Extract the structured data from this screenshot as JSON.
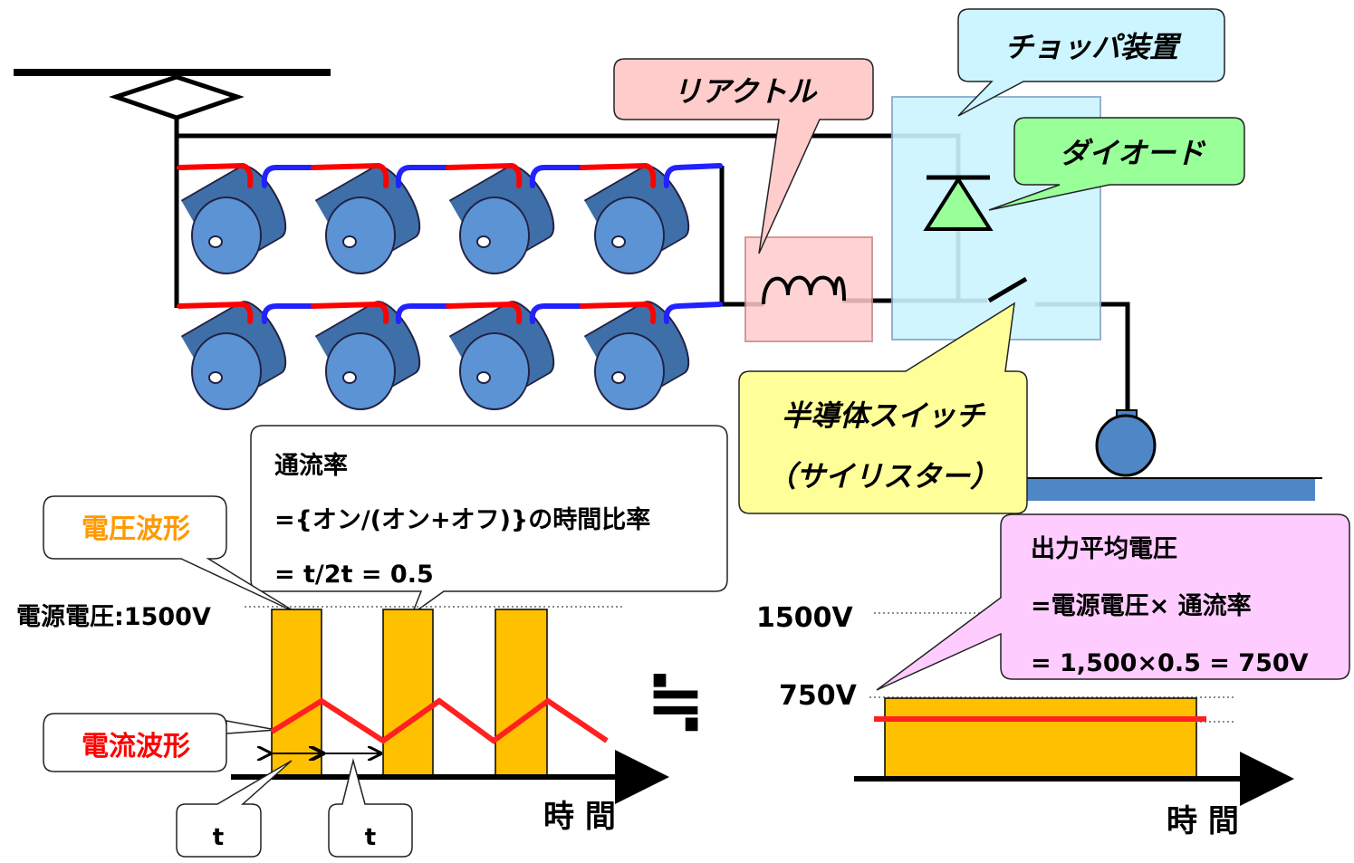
{
  "labels": {
    "chopper": "チョッパ装置",
    "reactor": "リアクトル",
    "diode": "ダイオード",
    "switch_line1": "半導体スイッチ",
    "switch_line2": "（サイリスター）",
    "duty_title": "通流率",
    "duty_formula": "={オン/(オン+オフ)}の時間比率",
    "duty_value": "= t/2t = 0.5",
    "voltage_waveform": "電圧波形",
    "current_waveform": "電流波形",
    "supply_voltage": "電源電圧:1500V",
    "t_left": "t",
    "t_right": "t",
    "time_left": "時 間",
    "time_right": "時 間",
    "approx_symbol": "≒",
    "v1500": "1500V",
    "v750": "750V",
    "avg_title": "出力平均電圧",
    "avg_formula": "=電源電圧× 通流率",
    "avg_value": "= 1,500×0.5 = 750V"
  },
  "colors": {
    "chopper_fill": "#ccf5ff",
    "reactor_fill": "#ffcccc",
    "diode_fill": "#99ff99",
    "switch_fill": "#ffff99",
    "avg_fill": "#ffccff",
    "pulse_fill": "#ffc000",
    "current_line": "#ff2020",
    "motor_fill": "#4f86c6",
    "orange_text": "#ff9900",
    "red_text": "#ff0000",
    "wire_red": "#ff0000",
    "wire_blue": "#2222ff"
  },
  "icons": [
    "motor-icon",
    "inductor-icon",
    "diode-icon",
    "switch-icon",
    "wheel-icon",
    "pantograph-icon"
  ]
}
